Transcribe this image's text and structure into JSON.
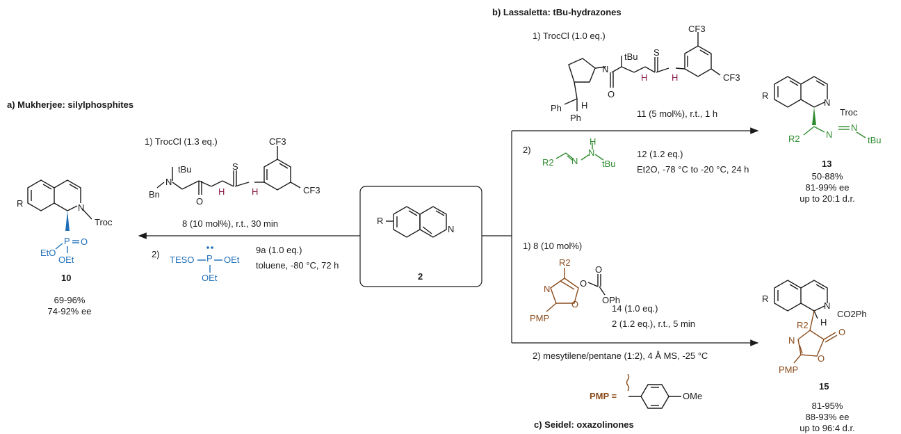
{
  "colors": {
    "ink": "#1a1a1a",
    "thiourea_nh": "#8b1a4a",
    "hydrazone_green": "#2e8b2e",
    "phosphite_blue": "#1f6fb8",
    "oxazolinone_brown": "#8a4a1a"
  },
  "section_a": {
    "title": "a) Mukherjee: silylphosphites",
    "step1_label": "1)  TrocCl (1.3 eq.)",
    "catalyst_caption": "8 (10 mol%), r.t., 30 min",
    "step2_prefix": "2)",
    "reagent_caption": "9a (1.0 eq.)",
    "conditions": "toluene, -80 °C, 72 h",
    "product_number": "10",
    "yield": "69-96%",
    "ee": "74-92% ee",
    "atoms": {
      "R": "R",
      "N": "N",
      "Troc": "Troc",
      "Bn": "Bn",
      "tBu": "tBu",
      "S": "S",
      "NH": "H",
      "O": "O",
      "CF3": "CF3",
      "P": "P",
      "EtO": "EtO",
      "OEt": "OEt",
      "TESO": "TESO"
    }
  },
  "center": {
    "compound_number": "2",
    "R": "R",
    "N": "N"
  },
  "section_b": {
    "title": "b) Lassaletta: tBu-hydrazones",
    "step1_label": "1)  TrocCl (1.0 eq.)",
    "catalyst_caption": "11 (5 mol%), r.t., 1 h",
    "step2_prefix": "2)",
    "reagent_caption": "12 (1.2 eq.)",
    "conditions": "Et2O, -78 °C to -20 °C, 24 h",
    "product_number": "13",
    "yield": "50-88%",
    "ee": "81-99% ee",
    "dr": "up to 20:1 d.r.",
    "atoms": {
      "Ph": "Ph",
      "H": "H",
      "R2": "R2",
      "N": "N",
      "tBu": "tBu",
      "Troc": "Troc"
    }
  },
  "section_c": {
    "title": "c) Seidel: oxazolinones",
    "step1_label": "1) 8 (10 mol%)",
    "reagent_caption": "14 (1.0 eq.)",
    "reagent2_caption": "2 (1.2 eq.), r.t., 5 min",
    "step2_label": "2)  mesytilene/pentane (1:2), 4 Å MS, -25 °C",
    "pmp_definition_left": "PMP =",
    "pmp_definition_right": "OMe",
    "product_number": "15",
    "yield": "81-95%",
    "ee": "88-93% ee",
    "dr": "up to 96:4 d.r.",
    "atoms": {
      "R": "R",
      "R2": "R2",
      "N": "N",
      "O": "O",
      "OPh": "OPh",
      "PMP": "PMP",
      "CO2Ph": "CO2Ph",
      "H": "H"
    }
  }
}
